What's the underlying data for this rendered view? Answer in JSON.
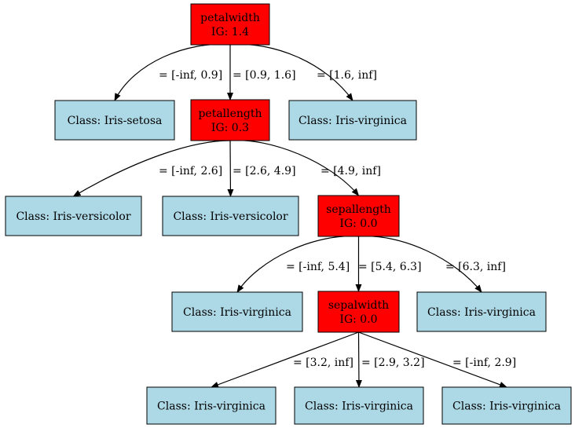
{
  "colors": {
    "split_fill": "#ff0000",
    "leaf_fill": "#add8e6",
    "stroke": "#000000"
  },
  "nodes": [
    {
      "id": "n0",
      "kind": "split",
      "lines": [
        "petalwidth",
        "IG: 1.4"
      ]
    },
    {
      "id": "n1",
      "kind": "leaf",
      "lines": [
        "Class: Iris-setosa"
      ]
    },
    {
      "id": "n2",
      "kind": "split",
      "lines": [
        "petallength",
        "IG: 0.3"
      ]
    },
    {
      "id": "n3",
      "kind": "leaf",
      "lines": [
        "Class: Iris-virginica"
      ]
    },
    {
      "id": "n4",
      "kind": "leaf",
      "lines": [
        "Class: Iris-versicolor"
      ]
    },
    {
      "id": "n5",
      "kind": "leaf",
      "lines": [
        "Class: Iris-versicolor"
      ]
    },
    {
      "id": "n6",
      "kind": "split",
      "lines": [
        "sepallength",
        "IG: 0.0"
      ]
    },
    {
      "id": "n7",
      "kind": "leaf",
      "lines": [
        "Class: Iris-virginica"
      ]
    },
    {
      "id": "n8",
      "kind": "split",
      "lines": [
        "sepalwidth",
        "IG: 0.0"
      ]
    },
    {
      "id": "n9",
      "kind": "leaf",
      "lines": [
        "Class: Iris-virginica"
      ]
    },
    {
      "id": "n10",
      "kind": "leaf",
      "lines": [
        "Class: Iris-virginica"
      ]
    },
    {
      "id": "n11",
      "kind": "leaf",
      "lines": [
        "Class: Iris-virginica"
      ]
    },
    {
      "id": "n12",
      "kind": "leaf",
      "lines": [
        "Class: Iris-virginica"
      ]
    }
  ],
  "edges": [
    {
      "from": "n0",
      "to": "n1",
      "label": "= [-inf, 0.9]"
    },
    {
      "from": "n0",
      "to": "n2",
      "label": "= [0.9, 1.6]"
    },
    {
      "from": "n0",
      "to": "n3",
      "label": "= [1.6, inf]"
    },
    {
      "from": "n2",
      "to": "n4",
      "label": "= [-inf, 2.6]"
    },
    {
      "from": "n2",
      "to": "n5",
      "label": "= [2.6, 4.9]"
    },
    {
      "from": "n2",
      "to": "n6",
      "label": "= [4.9, inf]"
    },
    {
      "from": "n6",
      "to": "n7",
      "label": "= [-inf, 5.4]"
    },
    {
      "from": "n6",
      "to": "n8",
      "label": "= [5.4, 6.3]"
    },
    {
      "from": "n6",
      "to": "n9",
      "label": "= [6.3, inf]"
    },
    {
      "from": "n8",
      "to": "n10",
      "label": "= [3.2, inf]"
    },
    {
      "from": "n8",
      "to": "n11",
      "label": "= [2.9, 3.2]"
    },
    {
      "from": "n8",
      "to": "n12",
      "label": "= [-inf, 2.9]"
    }
  ]
}
